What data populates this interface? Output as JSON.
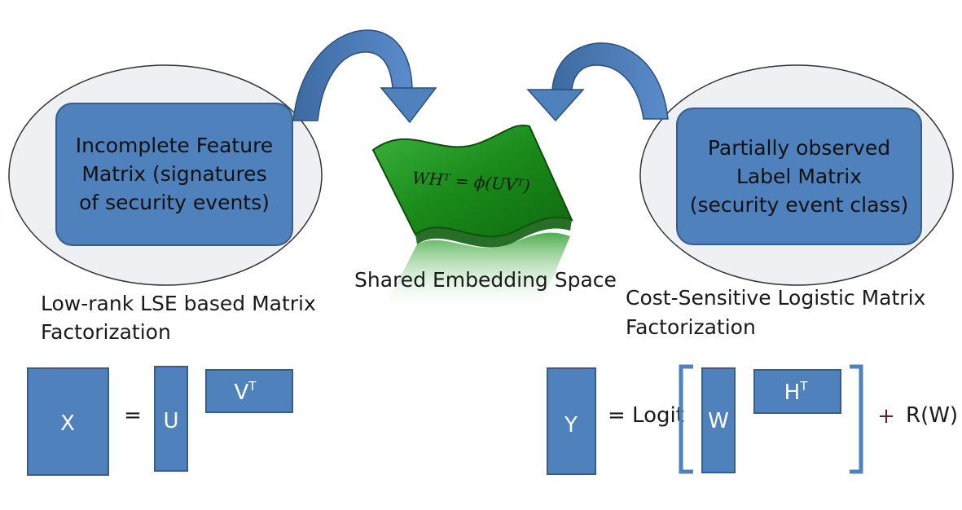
{
  "left_panel": {
    "box_lines": [
      "Incomplete Feature",
      "Matrix (signatures",
      "of security events)"
    ],
    "caption_lines": [
      "Low-rank LSE based Matrix",
      "Factorization"
    ]
  },
  "right_panel": {
    "box_lines": [
      "Partially observed",
      "Label Matrix",
      "(security event class)"
    ],
    "caption_lines": [
      "Cost-Sensitive Logistic Matrix",
      "Factorization"
    ]
  },
  "center": {
    "formula": "WHᵀ = ϕ(UVᵀ)",
    "caption": "Shared Embedding Space"
  },
  "left_equation": {
    "x": "X",
    "equals": "=",
    "u": "U",
    "v_base": "V",
    "v_sup": "T"
  },
  "right_equation": {
    "y": "Y",
    "equals_logit": "= Logit",
    "w": "W",
    "h_base": "H",
    "h_sup": "T",
    "plus": "+",
    "reg": "R(W)"
  },
  "colors": {
    "box_fill": "#4f81bd",
    "box_stroke": "#385d8a",
    "ellipse_fill": "#eef0f4",
    "wave_fill": "#1f8f1f",
    "arrow_fill": "#4f81bd"
  }
}
